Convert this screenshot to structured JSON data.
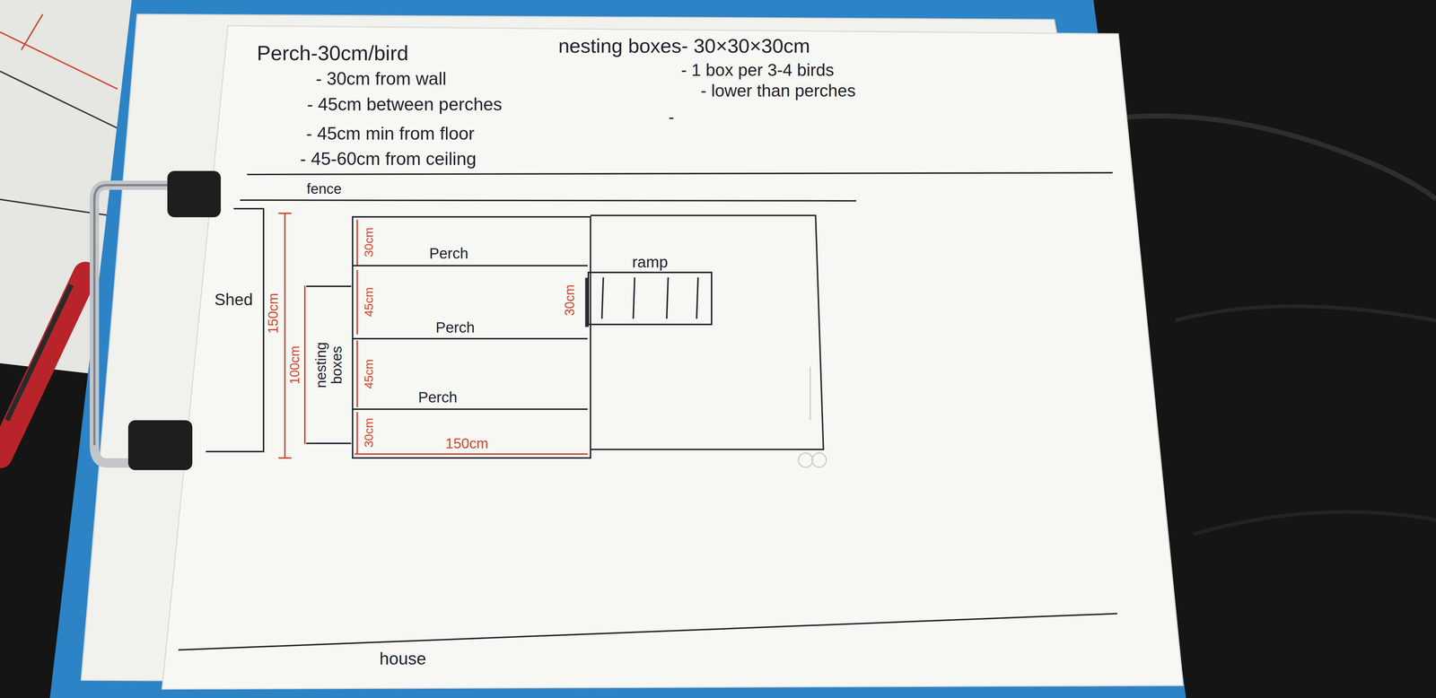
{
  "diagram": {
    "nodes": [
      {
        "text": [
          "nesting boxes"
        ]
      },
      {
        "text": [
          "ramp"
        ]
      }
    ],
    "labels": [
      "Perch-30cm/bird",
      "- 30cm from wall",
      "- 45cm between perches",
      "- 45cm min from floor",
      "- 45-60cm from ceiling",
      "nesting boxes- 30×30×30cm",
      "- 1 box per 3-4 birds",
      "- lower than perches",
      "-",
      "fence",
      "Shed",
      "150cm",
      "100cm",
      "30cm",
      "Perch",
      "45cm",
      "Perch",
      "45cm",
      "Perch",
      "30cm",
      "150cm",
      "30cm",
      "house"
    ]
  }
}
